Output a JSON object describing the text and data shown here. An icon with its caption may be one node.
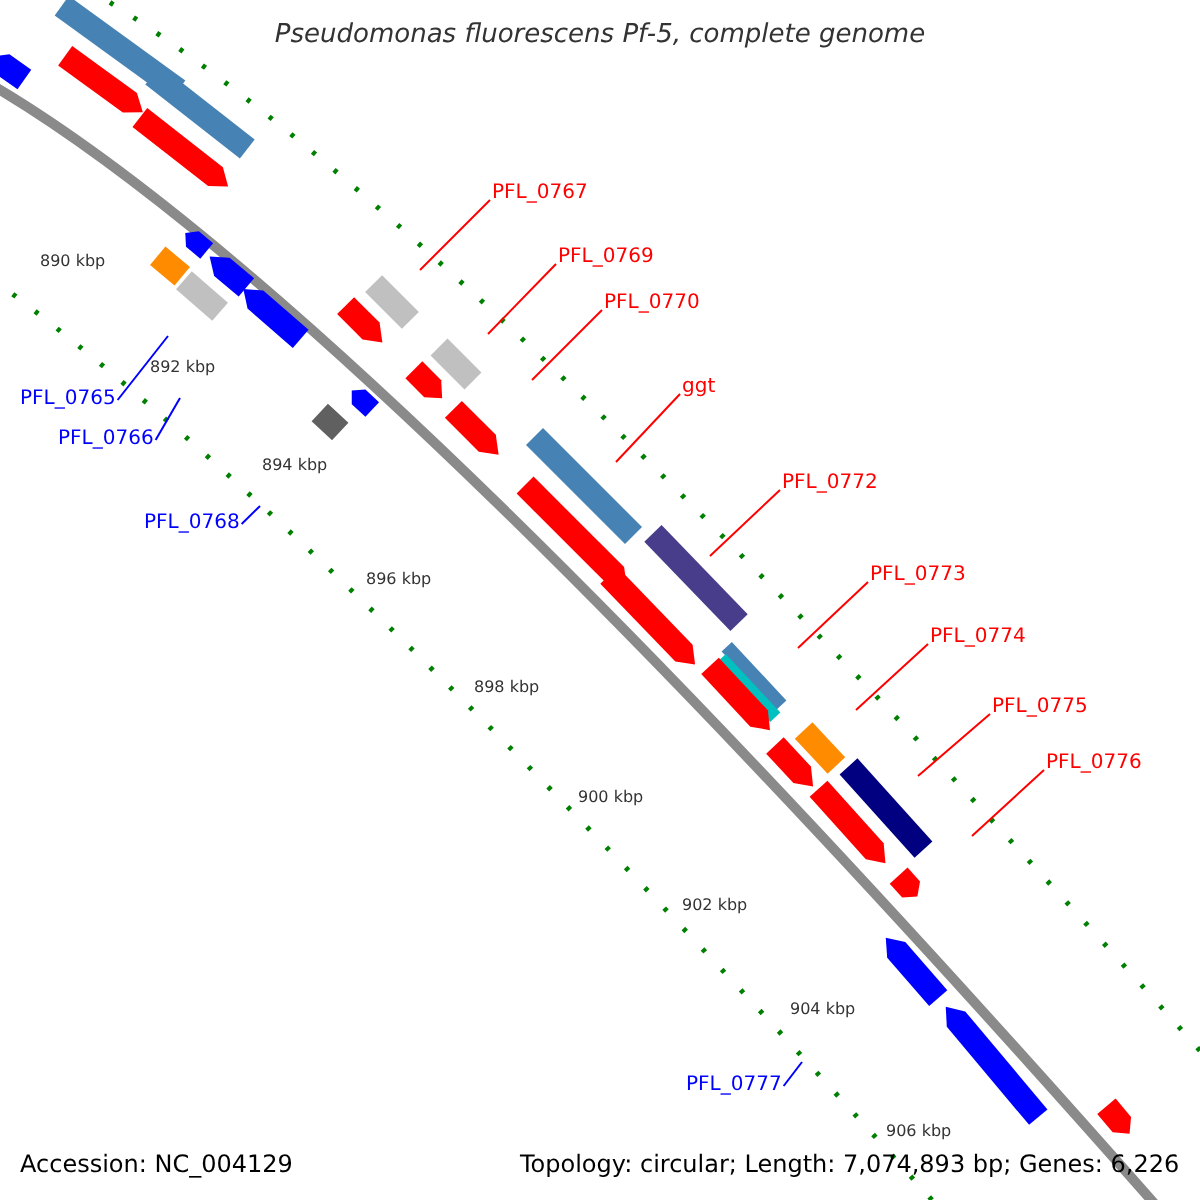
{
  "diagram": {
    "title": "Pseudomonas fluorescens Pf-5, complete genome",
    "nodes": [
      {
        "text": [
          "PFL_0767"
        ]
      },
      {
        "text": [
          "PFL_0769"
        ]
      },
      {
        "text": [
          "PFL_0770"
        ]
      },
      {
        "text": [
          "ggt"
        ]
      },
      {
        "text": [
          "PFL_0772"
        ]
      },
      {
        "text": [
          "PFL_0773"
        ]
      },
      {
        "text": [
          "PFL_0774"
        ]
      },
      {
        "text": [
          "PFL_0775"
        ]
      },
      {
        "text": [
          "PFL_0776"
        ]
      },
      {
        "text": [
          "PFL_0765"
        ]
      },
      {
        "text": [
          "PFL_0766"
        ]
      },
      {
        "text": [
          "PFL_0768"
        ]
      },
      {
        "text": [
          "PFL_0777"
        ]
      }
    ],
    "edges": [
      {
        "from": 0,
        "to": null,
        "arrow": "none"
      },
      {
        "from": 1,
        "to": null,
        "arrow": "none"
      },
      {
        "from": 2,
        "to": null,
        "arrow": "none"
      },
      {
        "from": 3,
        "to": null,
        "arrow": "none"
      },
      {
        "from": 4,
        "to": null,
        "arrow": "none"
      },
      {
        "from": 5,
        "to": null,
        "arrow": "none"
      },
      {
        "from": 6,
        "to": null,
        "arrow": "none"
      },
      {
        "from": 7,
        "to": null,
        "arrow": "none"
      },
      {
        "from": 8,
        "to": null,
        "arrow": "none"
      },
      {
        "from": 9,
        "to": null,
        "arrow": "none",
        "color": "#0000ff"
      },
      {
        "from": 10,
        "to": null,
        "arrow": "none",
        "color": "#0000ff"
      },
      {
        "from": 11,
        "to": null,
        "arrow": "none",
        "color": "#0000ff"
      },
      {
        "from": 12,
        "to": null,
        "arrow": "none",
        "color": "#0000ff"
      }
    ],
    "labels": [
      "890 kbp",
      "892 kbp",
      "894 kbp",
      "896 kbp",
      "898 kbp",
      "900 kbp",
      "902 kbp",
      "904 kbp",
      "906 kbp",
      "Accession: NC_004129",
      "Topology: circular; Length: 7,074,893 bp; Genes: 6,226"
    ]
  }
}
